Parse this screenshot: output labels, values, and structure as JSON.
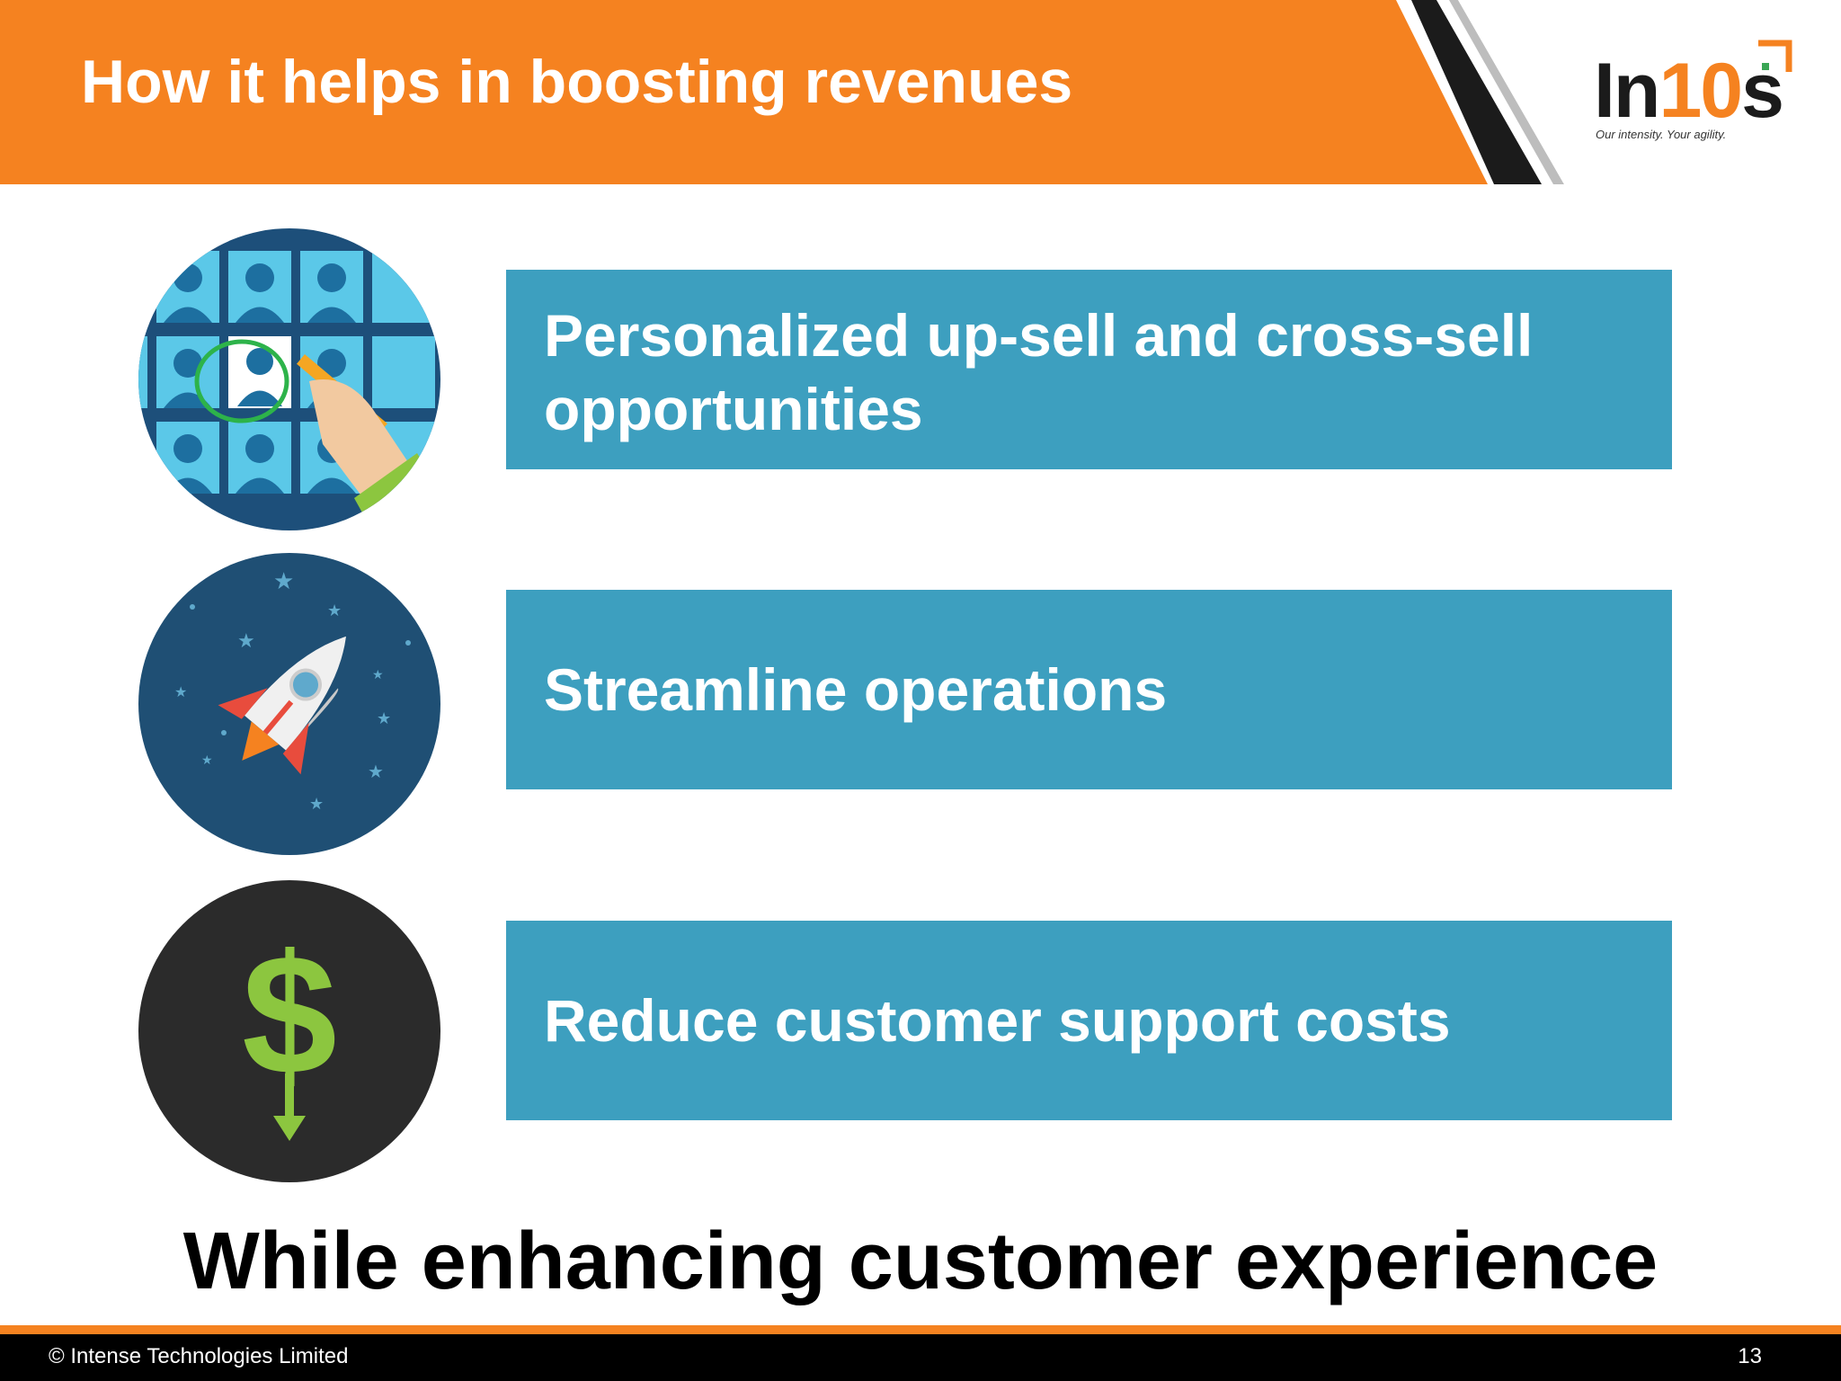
{
  "header": {
    "title": "How it helps in boosting revenues",
    "logo_text_prefix": "In",
    "logo_text_number": "10",
    "logo_text_suffix": "s",
    "logo_tagline": "Our intensity. Your agility.",
    "accent_color": "#f58220"
  },
  "items": [
    {
      "label": "Personalized up-sell and cross-sell opportunities",
      "icon": "customer-selection-icon"
    },
    {
      "label": "Streamline operations",
      "icon": "rocket-icon"
    },
    {
      "label": "Reduce customer support costs",
      "icon": "dollar-down-icon"
    }
  ],
  "tagline": "While enhancing customer experience",
  "footer": {
    "copyright": "© Intense Technologies Limited",
    "page_number": "13"
  },
  "colors": {
    "box_blue": "#3d9fbf",
    "orange": "#f58220",
    "dark": "#000000"
  }
}
